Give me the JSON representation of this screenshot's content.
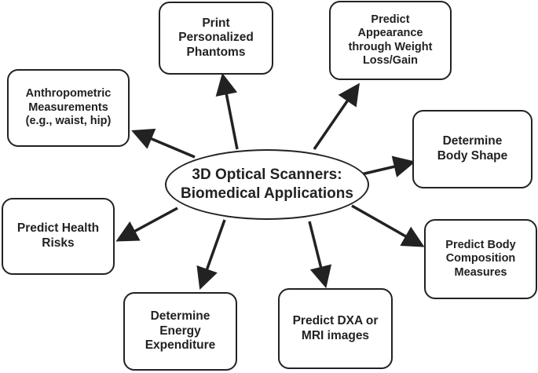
{
  "center": {
    "label": "3D Optical Scanners:\nBiomedical Applications"
  },
  "nodes": {
    "print_phantoms": "Print\nPersonalized\nPhantoms",
    "predict_appearance": "Predict\nAppearance\nthrough Weight\nLoss/Gain",
    "anthropometric": "Anthropometric\nMeasurements\n(e.g., waist, hip)",
    "body_shape": "Determine\nBody Shape",
    "health_risks": "Predict Health\nRisks",
    "body_composition": "Predict Body\nComposition\nMeasures",
    "energy_expenditure": "Determine\nEnergy\nExpenditure",
    "dxa_mri": "Predict DXA or\nMRI images"
  },
  "colors": {
    "stroke": "#222222",
    "text": "#222222",
    "background": "#ffffff"
  }
}
